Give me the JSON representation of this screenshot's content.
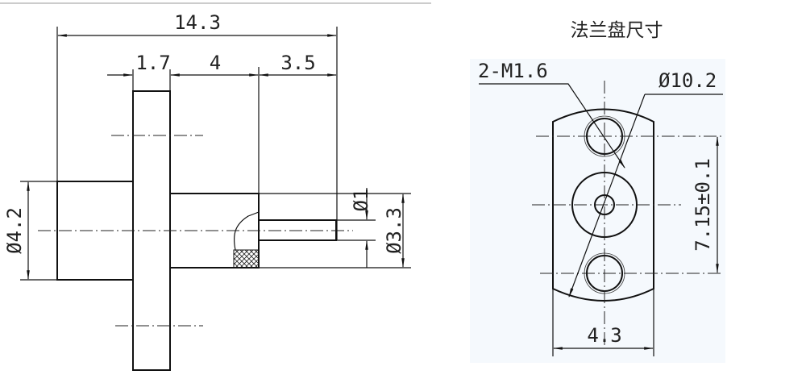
{
  "side_view": {
    "dimensions": {
      "overall_length": "14.3",
      "flange_thickness": "1.7",
      "body_length": "4",
      "pin_length": "3.5",
      "body_diameter": "Ø4.2",
      "pin_diameter": "Ø1",
      "front_diameter": "Ø3.3"
    }
  },
  "flange_view": {
    "title": "法兰盘尺寸",
    "dimensions": {
      "thread": "2-M1.6",
      "hole_circle": "Ø10.2",
      "hole_spacing": "7.15±0.1",
      "width": "4.3"
    }
  },
  "colors": {
    "line": "#111111",
    "panel_background": "#f5f9fd"
  }
}
